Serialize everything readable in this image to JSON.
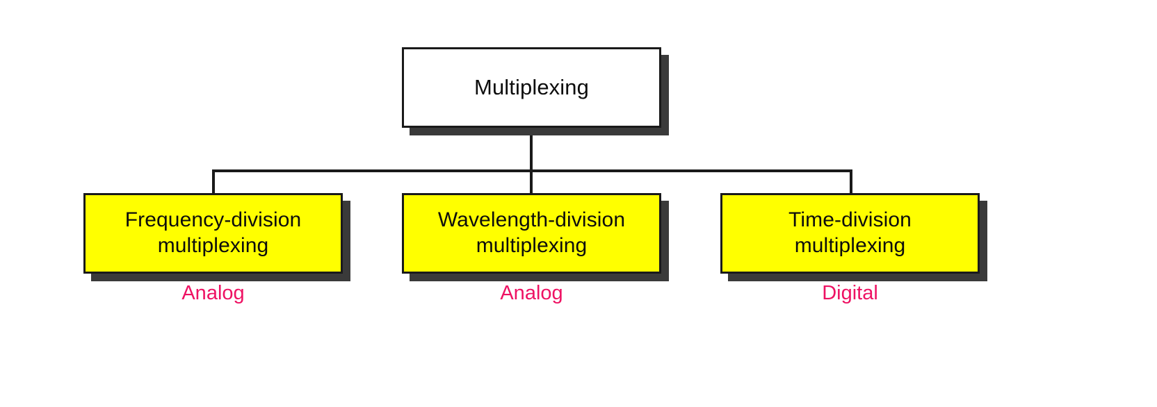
{
  "diagram": {
    "type": "hierarchy-tree",
    "title_node": {
      "label": "Multiplexing",
      "fill": "#FFFFFF",
      "border": "#1A1A1A"
    },
    "children": [
      {
        "label": "Frequency-division\nmultiplexing",
        "caption": "Analog",
        "fill": "#FFFF00"
      },
      {
        "label": "Wavelength-division\nmultiplexing",
        "caption": "Analog",
        "fill": "#FFFF00"
      },
      {
        "label": "Time-division\nmultiplexing",
        "caption": "Digital",
        "fill": "#FFFF00"
      }
    ],
    "colors": {
      "node_fill_leaf": "#FFFF00",
      "node_fill_root": "#FFFFFF",
      "node_border": "#1A1A1A",
      "shadow": "#3A3A3A",
      "caption_text": "#EE1263",
      "node_text": "#0D0D0D",
      "connector": "#1A1A1A",
      "background": "#FFFFFF"
    }
  }
}
